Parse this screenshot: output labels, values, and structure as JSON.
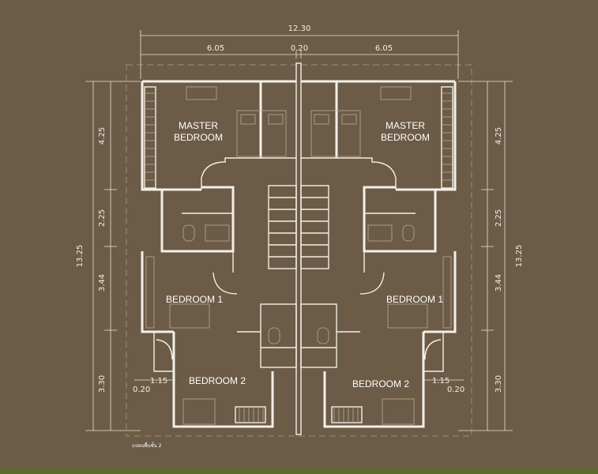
{
  "colors": {
    "background": "#6c5b46",
    "lines": "#f3efe6",
    "bottom_strip": "#5e6a2c"
  },
  "dimensions": {
    "overall_width": "12.30",
    "unit_width_left": "6.05",
    "party_wall": "0.20",
    "unit_width_right": "6.05",
    "overall_depth_left": "13.25",
    "overall_depth_right": "13.25",
    "segments_left": [
      "4.25",
      "2.25",
      "3.44",
      "3.30"
    ],
    "segments_right": [
      "4.25",
      "2.25",
      "3.44",
      "3.30"
    ],
    "balcony_left": {
      "width": "1.15",
      "wall": "0.20"
    },
    "balcony_right": {
      "width": "1.15",
      "wall": "0.20"
    }
  },
  "rooms": {
    "left": {
      "master_line1": "MASTER",
      "master_line2": "BEDROOM",
      "bedroom1": "BEDROOM 1",
      "bedroom2": "BEDROOM 2"
    },
    "right": {
      "master_line1": "MASTER",
      "master_line2": "BEDROOM",
      "bedroom1": "BEDROOM 1",
      "bedroom2": "BEDROOM 2"
    }
  },
  "caption": "แปลนพื้นชั้น 2"
}
